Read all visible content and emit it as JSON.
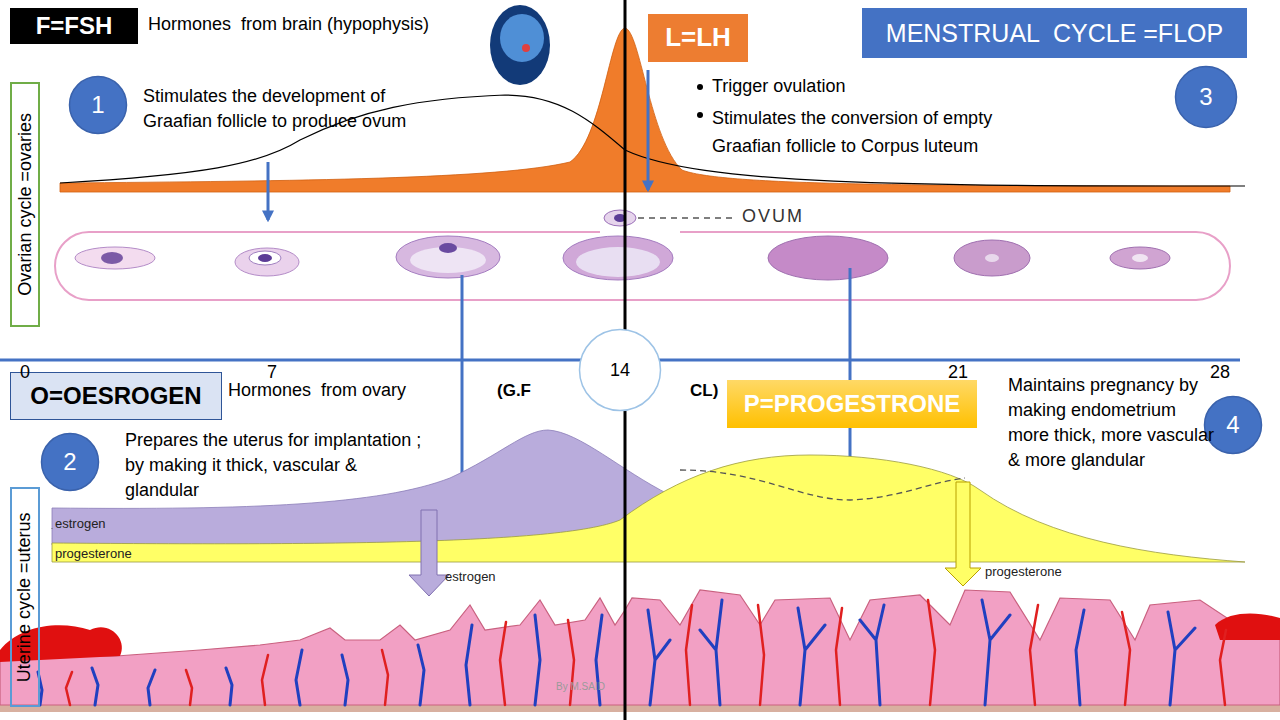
{
  "diagram": {
    "nodes": [
      {
        "text": [
          "F=FSH"
        ]
      },
      {
        "text": [
          "L=LH"
        ]
      },
      {
        "text": [
          "MENSTRUAL  CYCLE =FLOP"
        ]
      },
      {
        "text": [
          "1"
        ]
      },
      {
        "text": [
          "3"
        ]
      },
      {
        "text": [
          "Ovarian cycle =ovaries"
        ]
      },
      {
        "text": [
          "14"
        ]
      },
      {
        "text": [
          "O=OESROGEN"
        ]
      },
      {
        "text": [
          "P=PROGESTRONE"
        ]
      },
      {
        "text": [
          "2"
        ]
      },
      {
        "text": [
          "4"
        ]
      },
      {
        "text": [
          "Uterine cycle =uterus"
        ]
      }
    ],
    "labels": [
      "Hormones  from brain (hypophysis)",
      "Stimulates the development of Graafian follicle to produce ovum",
      "Trigger ovulation",
      "Stimulates the conversion of empty Graafian follicle to Corpus luteum",
      "OVUM",
      "0",
      "7",
      "21",
      "28",
      "Hormones  from ovary",
      "(G.F",
      "CL)",
      "Maintains pregnancy by making endometrium more thick, more vascular & more glandular",
      "Prepares the uterus for implantation ; by making it thick, vascular & glandular",
      "estrogen",
      "progesterone",
      "estrogen",
      "progesterone",
      "By M.SAID"
    ]
  }
}
